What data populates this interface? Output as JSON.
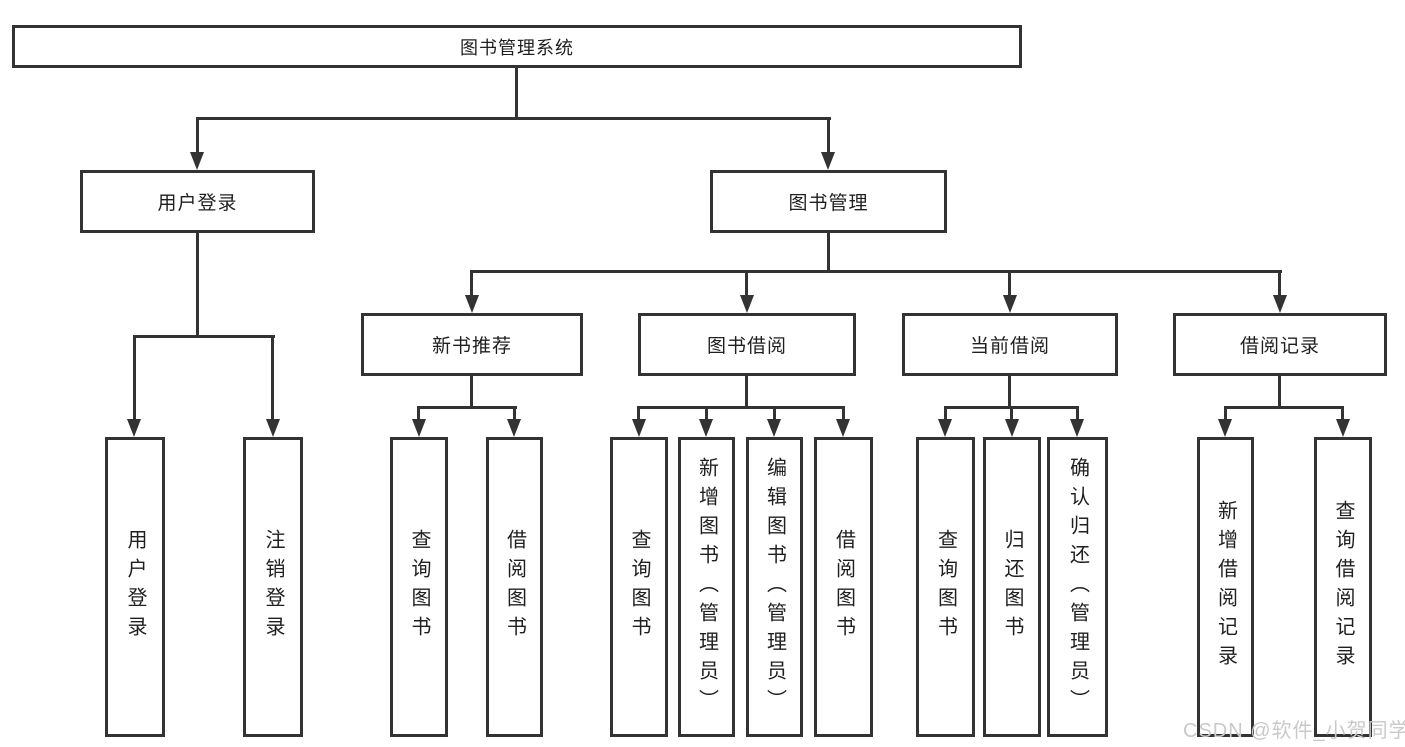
{
  "tree": {
    "root": {
      "label": "图书管理系统"
    },
    "children": [
      {
        "label": "用户登录",
        "children": [
          {
            "label": "用户登录"
          },
          {
            "label": "注销登录"
          }
        ]
      },
      {
        "label": "图书管理",
        "children": [
          {
            "label": "新书推荐",
            "children": [
              {
                "label": "查询图书"
              },
              {
                "label": "借阅图书"
              }
            ]
          },
          {
            "label": "图书借阅",
            "children": [
              {
                "label": "查询图书"
              },
              {
                "label": "新增图书（管理员）"
              },
              {
                "label": "编辑图书（管理员）"
              },
              {
                "label": "借阅图书"
              }
            ]
          },
          {
            "label": "当前借阅",
            "children": [
              {
                "label": "查询图书"
              },
              {
                "label": "归还图书"
              },
              {
                "label": "确认归还（管理员）"
              }
            ]
          },
          {
            "label": "借阅记录",
            "children": [
              {
                "label": "新增借阅记录"
              },
              {
                "label": "查询借阅记录"
              }
            ]
          }
        ]
      }
    ]
  },
  "watermark": {
    "text": "CSDN @软件_小贺同学"
  },
  "colors": {
    "line": "#333333",
    "text": "#1f1f1f",
    "background": "#ffffff",
    "watermark": "#c9c9c9"
  }
}
